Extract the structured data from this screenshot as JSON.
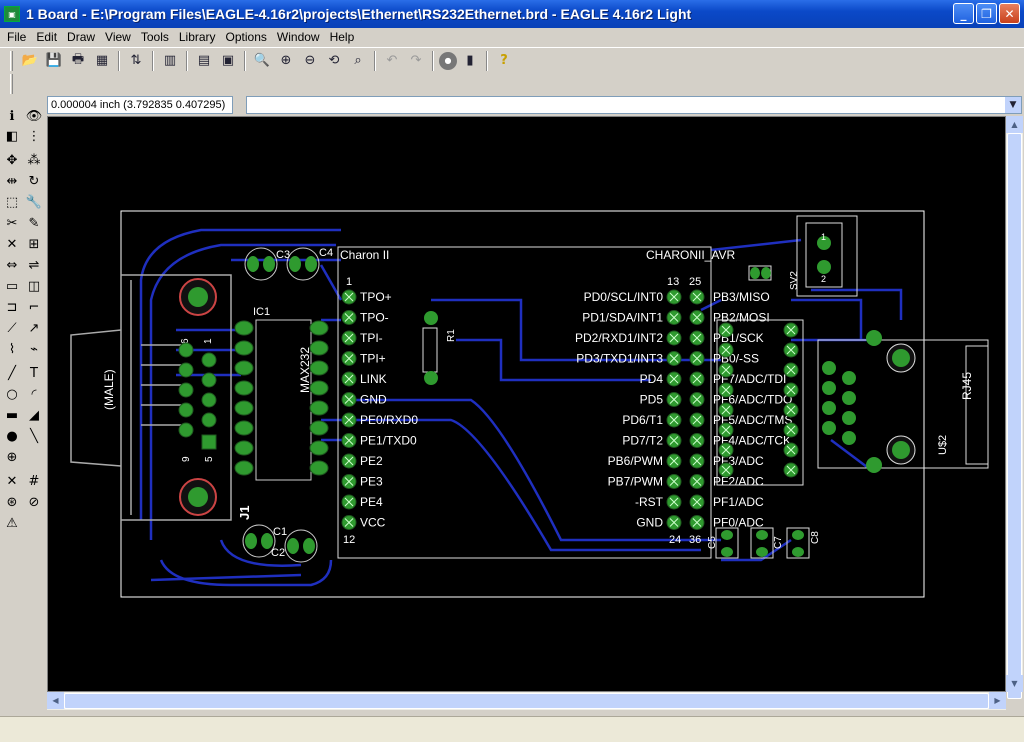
{
  "window": {
    "title": "1 Board - E:\\Program Files\\EAGLE-4.16r2\\projects\\Ethernet\\RS232Ethernet.brd - EAGLE 4.16r2 Light",
    "minimize": "_",
    "maximize": "❐",
    "close": "✕"
  },
  "menu": {
    "items": [
      "File",
      "Edit",
      "Draw",
      "View",
      "Tools",
      "Library",
      "Options",
      "Window",
      "Help"
    ]
  },
  "coord": {
    "value": "0.000004 inch (3.792835 0.407295)"
  },
  "board": {
    "module_name": "Charon II",
    "module_value": "CHARONII_AVR",
    "pin1": "1",
    "pin12": "12",
    "pin13": "13",
    "pin24": "24",
    "pin25": "25",
    "pin36": "36",
    "left_pins": [
      "TPO+",
      "TPO-",
      "TPI-",
      "TPI+",
      "LINK",
      "GND",
      "PE0/RXD0",
      "PE1/TXD0",
      "PE2",
      "PE3",
      "PE4",
      "VCC"
    ],
    "mid_pins": [
      "PD0/SCL/INT0",
      "PD1/SDA/INT1",
      "PD2/RXD1/INT2",
      "PD3/TXD1/INT3",
      "PD4",
      "PD5",
      "PD6/T1",
      "PD7/T2",
      "PB6/PWM",
      "PB7/PWM",
      "-RST",
      "GND"
    ],
    "right_pins": [
      "PB3/MISO",
      "PB2/MOSI",
      "PB1/SCK",
      "PB0/-SS",
      "PF7/ADC/TDI",
      "PF6/ADC/TDO",
      "PF5/ADC/TMS",
      "PF4/ADC/TCK",
      "PF3/ADC",
      "PF2/ADC",
      "PF1/ADC",
      "PF0/ADC"
    ],
    "ic1": "IC1",
    "max232": "MAX232",
    "r1": "R1",
    "j1": "J1",
    "male": "(MALE)",
    "pin6": "6",
    "pin1_conn": "1",
    "pin9": "9",
    "pin5": "5",
    "c1": "C1",
    "c2": "C2",
    "c3": "C3",
    "c4": "C4",
    "c5": "C5",
    "c7": "C7",
    "c8": "C8",
    "sv2": "SV2",
    "sv2_p1": "1",
    "sv2_p2": "2",
    "rj45": "RJ45",
    "u2": "U$2"
  },
  "colors": {
    "canvas": "#000000",
    "outline": "#ffffff",
    "trace": "#1f2fbf",
    "pad": "#2f9a2f",
    "text": "#ffffff"
  },
  "sidebar_icons": [
    "info-icon",
    "eye-icon",
    "layers-icon",
    "grid-icon",
    "move-icon",
    "copy-icon",
    "mirror-icon",
    "rotate-icon",
    "group-icon",
    "change-icon",
    "cut-icon",
    "paste-icon",
    "delete-icon",
    "add-icon",
    "pinswap-icon",
    "gateswap-icon",
    "replace-icon",
    "name-icon",
    "split-icon",
    "miter-icon",
    "optimize-icon",
    "route-icon",
    "ripup-icon",
    "wire-icon",
    "text-icon",
    "circle-icon",
    "arc-icon",
    "rect-icon",
    "polygon-icon",
    "via-icon",
    "signal-icon",
    "hole-icon",
    "ratsnest-icon",
    "auto-icon",
    "drc-icon",
    "errors-icon",
    "warning-icon"
  ]
}
